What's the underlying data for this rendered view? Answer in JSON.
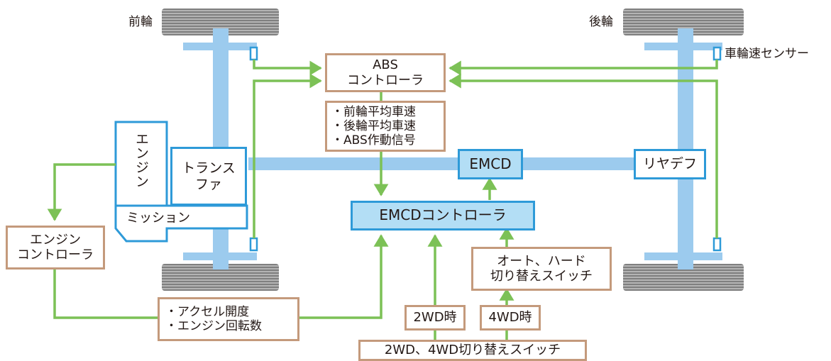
{
  "labels": {
    "front_wheel": "前輪",
    "rear_wheel": "後輪",
    "wheel_speed_sensor": "車輪速センサー"
  },
  "boxes": {
    "abs_line1": "ABS",
    "abs_line2": "コントローラ",
    "abs_out_1": "・前輪平均車速",
    "abs_out_2": "・後輪平均車速",
    "abs_out_3": "・ABS作動信号",
    "engine": "エンジン",
    "transfer_line1": "トランス",
    "transfer_line2": "ファ",
    "mission": "ミッション",
    "emcd": "EMCD",
    "rear_diff": "リヤデフ",
    "emcd_controller": "EMCDコントローラ",
    "engine_ctrl_line1": "エンジン",
    "engine_ctrl_line2": "コントローラ",
    "accel_1": "・アクセル開度",
    "accel_2": "・エンジン回転数",
    "mode_switch_line1": "オート、ハード",
    "mode_switch_line2": "切り替えスイッチ",
    "two_wd_time": "2WD時",
    "four_wd_time": "4WD時",
    "drive_switch": "2WD、4WD切り替えスイッチ"
  },
  "colors": {
    "shaft_blue": "#9ccbee",
    "box_blue_border": "#2e9ad8",
    "controller_fill": "#b3def5",
    "box_brown_border": "#c49a7c",
    "signal_green": "#7cc156",
    "tire_gray": "#8a8a8a",
    "text": "#231815"
  }
}
